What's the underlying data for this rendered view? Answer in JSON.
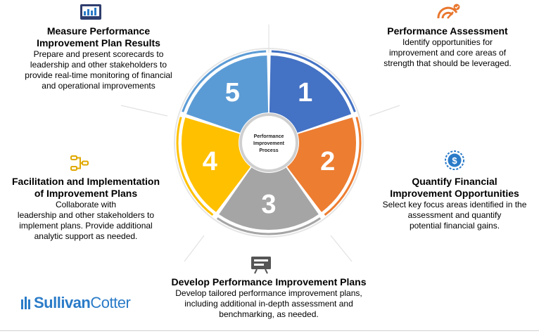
{
  "center": {
    "line1": "Performance",
    "line2": "Improvement",
    "line3": "Process"
  },
  "segments": [
    {
      "number": "1",
      "color": "#4472c4"
    },
    {
      "number": "2",
      "color": "#ed7d31"
    },
    {
      "number": "3",
      "color": "#a5a5a5"
    },
    {
      "number": "4",
      "color": "#ffc000"
    },
    {
      "number": "5",
      "color": "#5b9bd5"
    }
  ],
  "steps": {
    "s1": {
      "title": "Performance Assessment",
      "desc": [
        "Identify opportunities for",
        "improvement and core areas of",
        "strength that should be leveraged."
      ],
      "icon": "gauge-icon"
    },
    "s2": {
      "title": [
        "Quantify Financial",
        "Improvement Opportunities"
      ],
      "desc": [
        "Select key focus areas identified in the",
        "assessment and quantify",
        "potential financial gains."
      ],
      "icon": "dollar-badge-icon"
    },
    "s3": {
      "title": "Develop Performance Improvement Plans",
      "desc": [
        "Develop tailored performance improvement plans,",
        "including additional in-depth assessment and",
        "benchmarking, as needed."
      ],
      "icon": "plan-board-icon"
    },
    "s4": {
      "title": [
        "Facilitation and Implementation",
        "of Improvement Plans"
      ],
      "desc": [
        "Collaborate with",
        "leadership and other stakeholders to",
        "implement plans. Provide additional",
        "analytic support as needed."
      ],
      "icon": "workflow-icon"
    },
    "s5": {
      "title": [
        "Measure Performance",
        "Improvement Plan Results"
      ],
      "desc": [
        "Prepare and present scorecards to",
        "leadership and other stakeholders to",
        "provide real-time monitoring of financial",
        "and operational improvements"
      ],
      "icon": "dashboard-icon"
    }
  },
  "logo": {
    "text_a": "Sullivan",
    "text_b": "Cotter"
  },
  "colors": {
    "icon_orange": "#e8772e",
    "icon_blue": "#2a7bc8",
    "icon_gold": "#e0a800",
    "icon_navy": "#2f3e6e"
  }
}
